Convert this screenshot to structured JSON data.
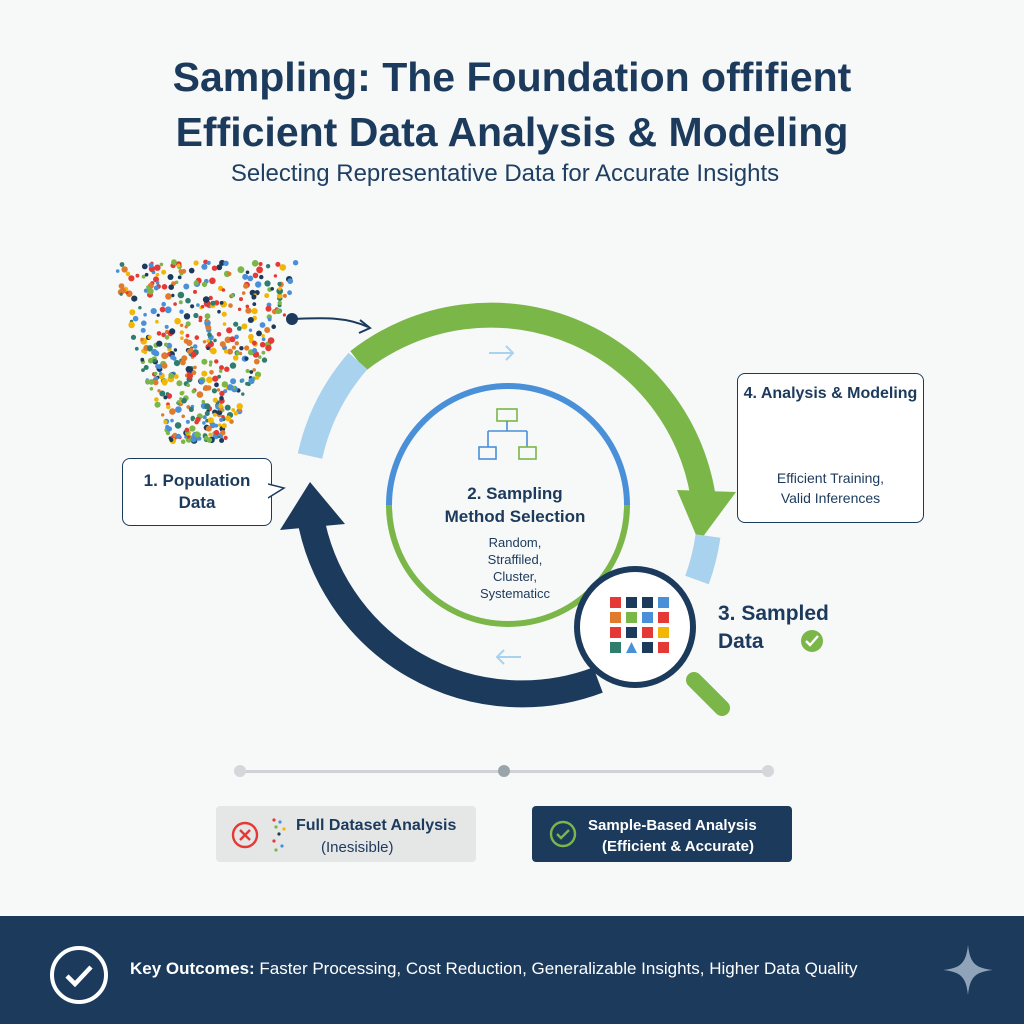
{
  "header": {
    "title_line1": "Sampling: The Foundation offifient",
    "title_line2": "Efficient Data Analysis & Modeling",
    "subtitle": "Selecting Representative Data for Accurate Insights"
  },
  "steps": {
    "population": {
      "line1": "1. Population",
      "line2": "Data"
    },
    "method": {
      "title_line1": "2. Sampling",
      "title_line2": "Method Selection",
      "methods": [
        "Random,",
        "Straffiled,",
        "Cluster,",
        "Systematicc"
      ]
    },
    "sampled": {
      "line1": "3. Sampled",
      "line2": "Data"
    },
    "analysis": {
      "title": "4. Analysis & Modeling",
      "desc_line1": "Efficient Training,",
      "desc_line2": "Valid Inferences"
    }
  },
  "comparison": {
    "full": {
      "line1": "Full Dataset Analysis",
      "line2": "(Inesisible)"
    },
    "sample": {
      "line1": "Sample-Based Analysis",
      "line2": "(Efficient & Accurate)"
    }
  },
  "footer": {
    "label": "Key Outcomes:",
    "text": " Faster Processing, Cost Reduction, Generalizable Insights, Higher Data Quality"
  },
  "colors": {
    "navy": "#1b3a5c",
    "green": "#7ab648",
    "light_blue": "#a9d2ee",
    "blue": "#4a90d9",
    "red": "#e53935"
  },
  "icons": {
    "population": "scatter-cloud-icon",
    "method": "hierarchy-flowchart-icon",
    "analysis_chart": "bar-chart-growth-icon",
    "analysis_brain": "brain-gear-icon",
    "sampled": "magnifier-grid-icon",
    "full_fail": "cross-circle-icon",
    "sample_ok": "check-circle-icon",
    "footer_check": "check-circle-icon",
    "footer_star": "sparkle-icon"
  }
}
